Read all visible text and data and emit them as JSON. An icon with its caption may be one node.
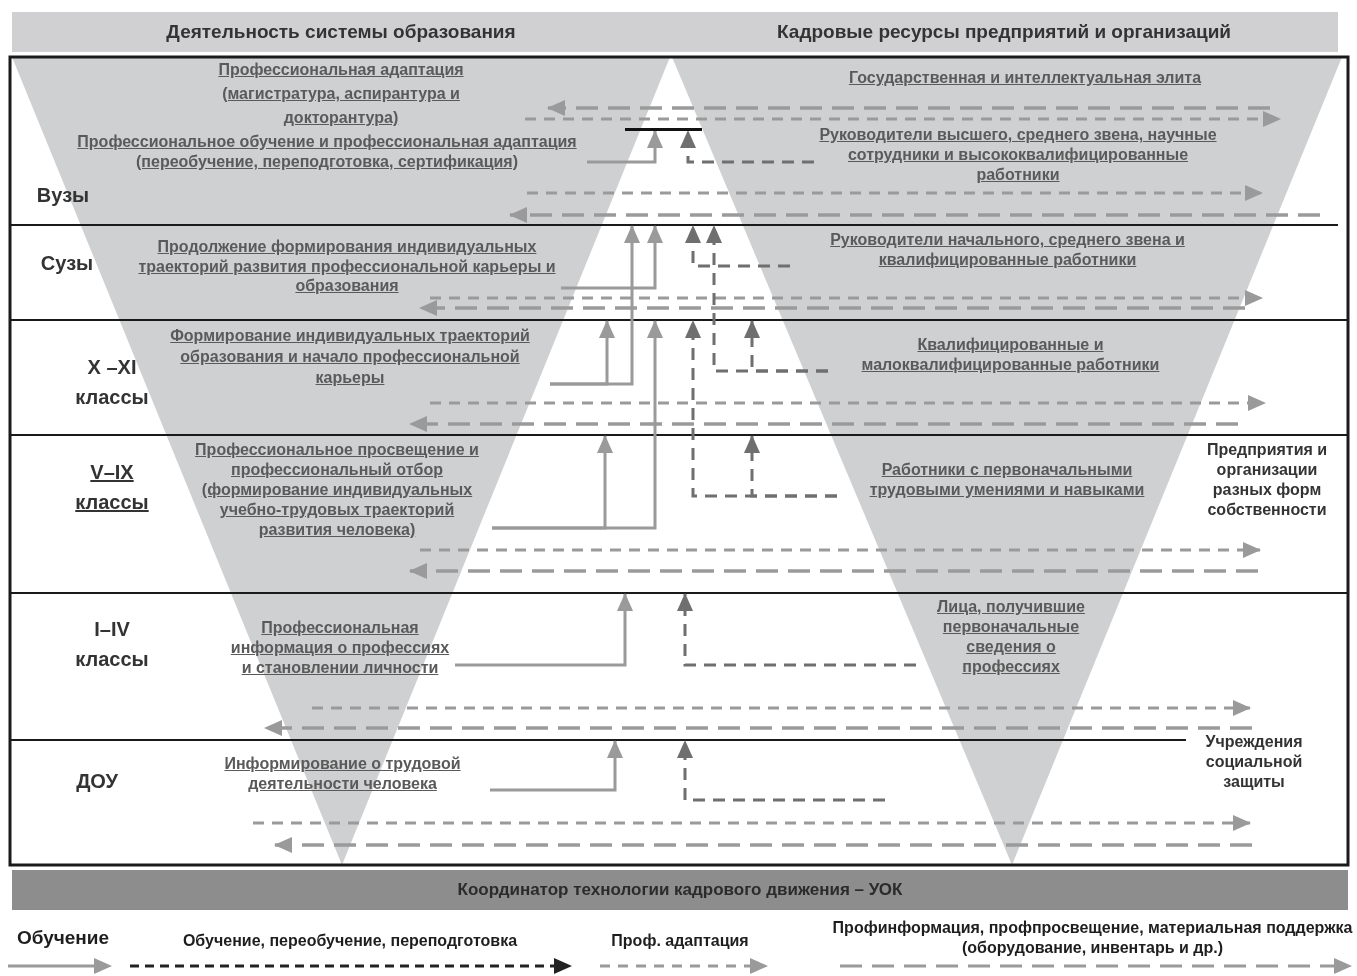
{
  "diagram": {
    "nodes": [
      {
        "text": [
          "Деятельность системы образования"
        ]
      },
      {
        "text": [
          "Кадровые ресурсы предприятий и организаций"
        ]
      },
      {
        "text": [
          "Профессиональная адаптация (магистратура, аспирантура и докторантура)"
        ]
      },
      {
        "text": [],
        "shape": "bar"
      },
      {
        "text": [
          "Профессиональное обучение и профессиональная адаптация (переобучение, переподготовка, сертификация)"
        ]
      },
      {
        "text": [
          "Государственная и интеллектуальная элита"
        ]
      },
      {
        "text": [
          "Руководители высшего, среднего звена, научные сотрудники и высококвалифицированные работники"
        ]
      },
      {
        "text": [
          "Продолжение формирования индивидуальных траекторий развития профессиональной карьеры и образования"
        ]
      },
      {
        "text": [
          "Руководители начального, среднего звена и квалифицированные работники"
        ]
      },
      {
        "text": [
          "Формирование индивидуальных траекторий образования и начало профессиональной карьеры"
        ]
      },
      {
        "text": [
          "Квалифицированные и малоквалифицированные работники"
        ]
      },
      {
        "text": [
          "Профессиональное просвещение и профессиональный отбор (формирование индивидуальных учебно-трудовых траекторий развития человека)"
        ]
      },
      {
        "text": [
          "Работники с первоначальными трудовыми умениями и навыками"
        ]
      },
      {
        "text": [
          "Профессиональная информация о профессиях и становлении личности"
        ]
      },
      {
        "text": [
          "Лица, получившие первоначальные сведения о профессиях"
        ]
      },
      {
        "text": [
          "Информирование о трудовой деятельности человека"
        ]
      },
      {
        "text": [
          "Координатор технологии кадрового движения – УОК"
        ]
      }
    ],
    "edges": [
      {
        "from": 4,
        "to": 3,
        "arrow": "to"
      },
      {
        "from": 7,
        "to": null,
        "arrow": "to"
      },
      {
        "from": 9,
        "to": null,
        "arrow": "to"
      },
      {
        "from": 9,
        "to": null,
        "arrow": "to"
      },
      {
        "from": 11,
        "to": null,
        "arrow": "to"
      },
      {
        "from": 11,
        "to": null,
        "arrow": "to"
      },
      {
        "from": 13,
        "to": null,
        "arrow": "to"
      },
      {
        "from": 15,
        "to": null,
        "arrow": "to"
      },
      {
        "from": 6,
        "to": 3,
        "arrow": "to",
        "style": "dashed",
        "color": "#6f6f6f"
      },
      {
        "from": 8,
        "to": null,
        "arrow": "to",
        "style": "dashed",
        "color": "#6f6f6f"
      },
      {
        "from": 10,
        "to": null,
        "arrow": "to",
        "style": "dashed",
        "color": "#6f6f6f"
      },
      {
        "from": 10,
        "to": null,
        "arrow": "to",
        "style": "dashed",
        "color": "#6f6f6f"
      },
      {
        "from": 12,
        "to": null,
        "arrow": "to",
        "style": "dashed",
        "color": "#6f6f6f"
      },
      {
        "from": 12,
        "to": null,
        "arrow": "to",
        "style": "dashed",
        "color": "#6f6f6f"
      },
      {
        "from": 14,
        "to": null,
        "arrow": "to",
        "style": "dashed",
        "color": "#6f6f6f"
      }
    ],
    "labels": [
      "Вузы",
      "Сузы",
      "X –XI классы",
      "V–IX классы",
      "Предприятия и организации разных форм собственности",
      "I–IV классы",
      "ДОУ",
      "Учреждения социальной защиты"
    ],
    "legend": [
      {
        "text": "Обучение"
      },
      {
        "text": "Обучение, переобучение, переподготовка"
      },
      {
        "text": "Проф. адаптация"
      },
      {
        "text": "Профинформация, профпросвещение, материальная поддержка (оборудование, инвентарь и др.)"
      }
    ]
  }
}
